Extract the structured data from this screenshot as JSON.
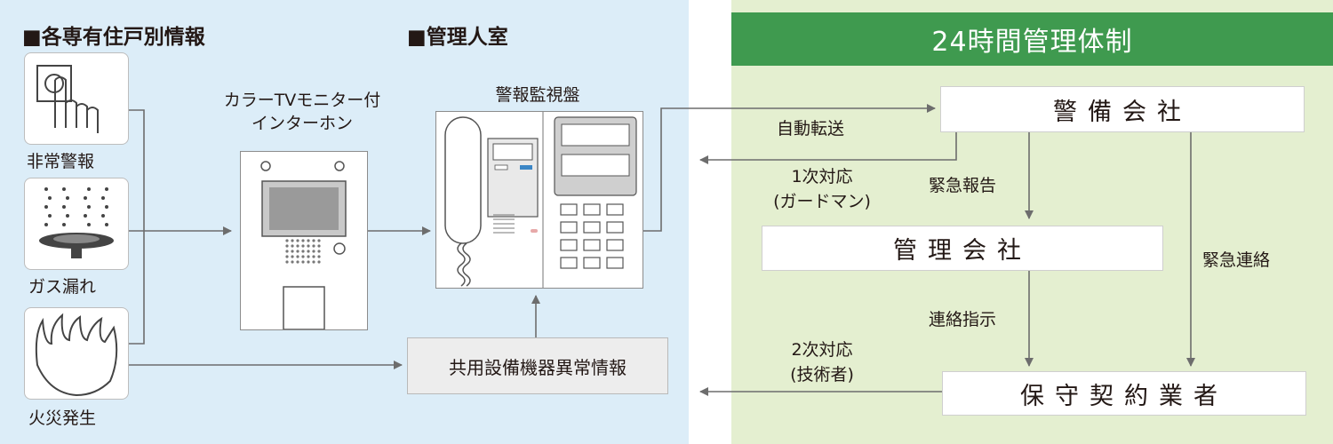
{
  "left_heading": "■各専有住戸別情報",
  "mid_heading": "■管理人室",
  "right_heading": "24時間管理体制",
  "sensors": [
    {
      "name": "push-button",
      "label": "非常警報"
    },
    {
      "name": "gas-burner",
      "label": "ガス漏れ"
    },
    {
      "name": "flame",
      "label": "火災発生"
    }
  ],
  "intercom": {
    "line1": "カラーTVモニター付",
    "line2": "インターホン"
  },
  "alarm_panel": {
    "label": "警報監視盤"
  },
  "common_equipment": "共用設備機器異常情報",
  "orgs": {
    "security": "警備会社",
    "management": "管理会社",
    "contractor": "保守契約業者"
  },
  "flows": {
    "auto_transfer": "自動転送",
    "first_response_1": "1次対応",
    "first_response_2": "(ガードマン)",
    "emergency_report": "緊急報告",
    "emergency_contact": "緊急連絡",
    "contact_instruction": "連絡指示",
    "second_response_1": "2次対応",
    "second_response_2": "(技術者)"
  },
  "colors": {
    "left_bg": "#dcedf8",
    "right_bg": "#e4efd0",
    "banner": "#3f9a4f",
    "arrow": "#6d6d6d"
  }
}
